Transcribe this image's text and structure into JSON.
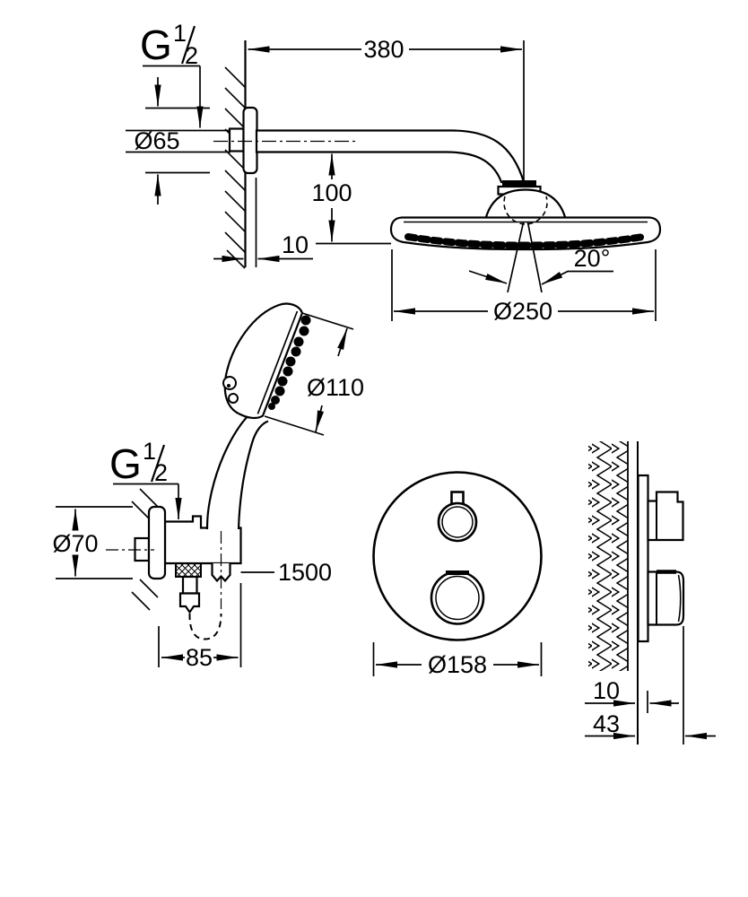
{
  "labels": {
    "thread_top": {
      "base": "G",
      "num": "1",
      "den": "2"
    },
    "thread_holder": {
      "base": "G",
      "num": "1",
      "den": "2"
    },
    "dim_arm_length": "380",
    "dim_flange_diameter": "Ø65",
    "dim_head_drop": "100",
    "dim_wall_offset": "10",
    "dim_spray_angle": "20°",
    "dim_head_diameter": "Ø250",
    "dim_hand_shower_diameter": "Ø110",
    "dim_holder_flange_diameter": "Ø70",
    "dim_hose_length": "1500",
    "dim_holder_depth": "85",
    "dim_plate_diameter": "Ø158",
    "dim_plate_thickness": "10",
    "dim_total_projection": "43"
  },
  "colors": {
    "line": "#000000",
    "background": "#ffffff"
  }
}
